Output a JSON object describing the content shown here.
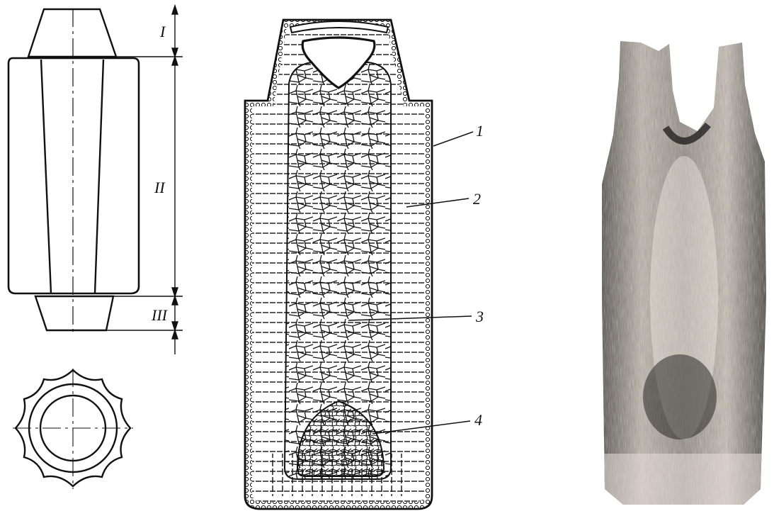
{
  "zone_labels": {
    "zone_top": "I",
    "zone_middle": "II",
    "zone_bottom": "III"
  },
  "callout_labels": {
    "label_1": "1",
    "label_2": "2",
    "label_3": "3",
    "label_4": "4"
  },
  "colors": {
    "ink": "#111111",
    "paper": "#ffffff",
    "photo_light": "#d9d2c8",
    "photo_dark": "#2e2a27"
  }
}
